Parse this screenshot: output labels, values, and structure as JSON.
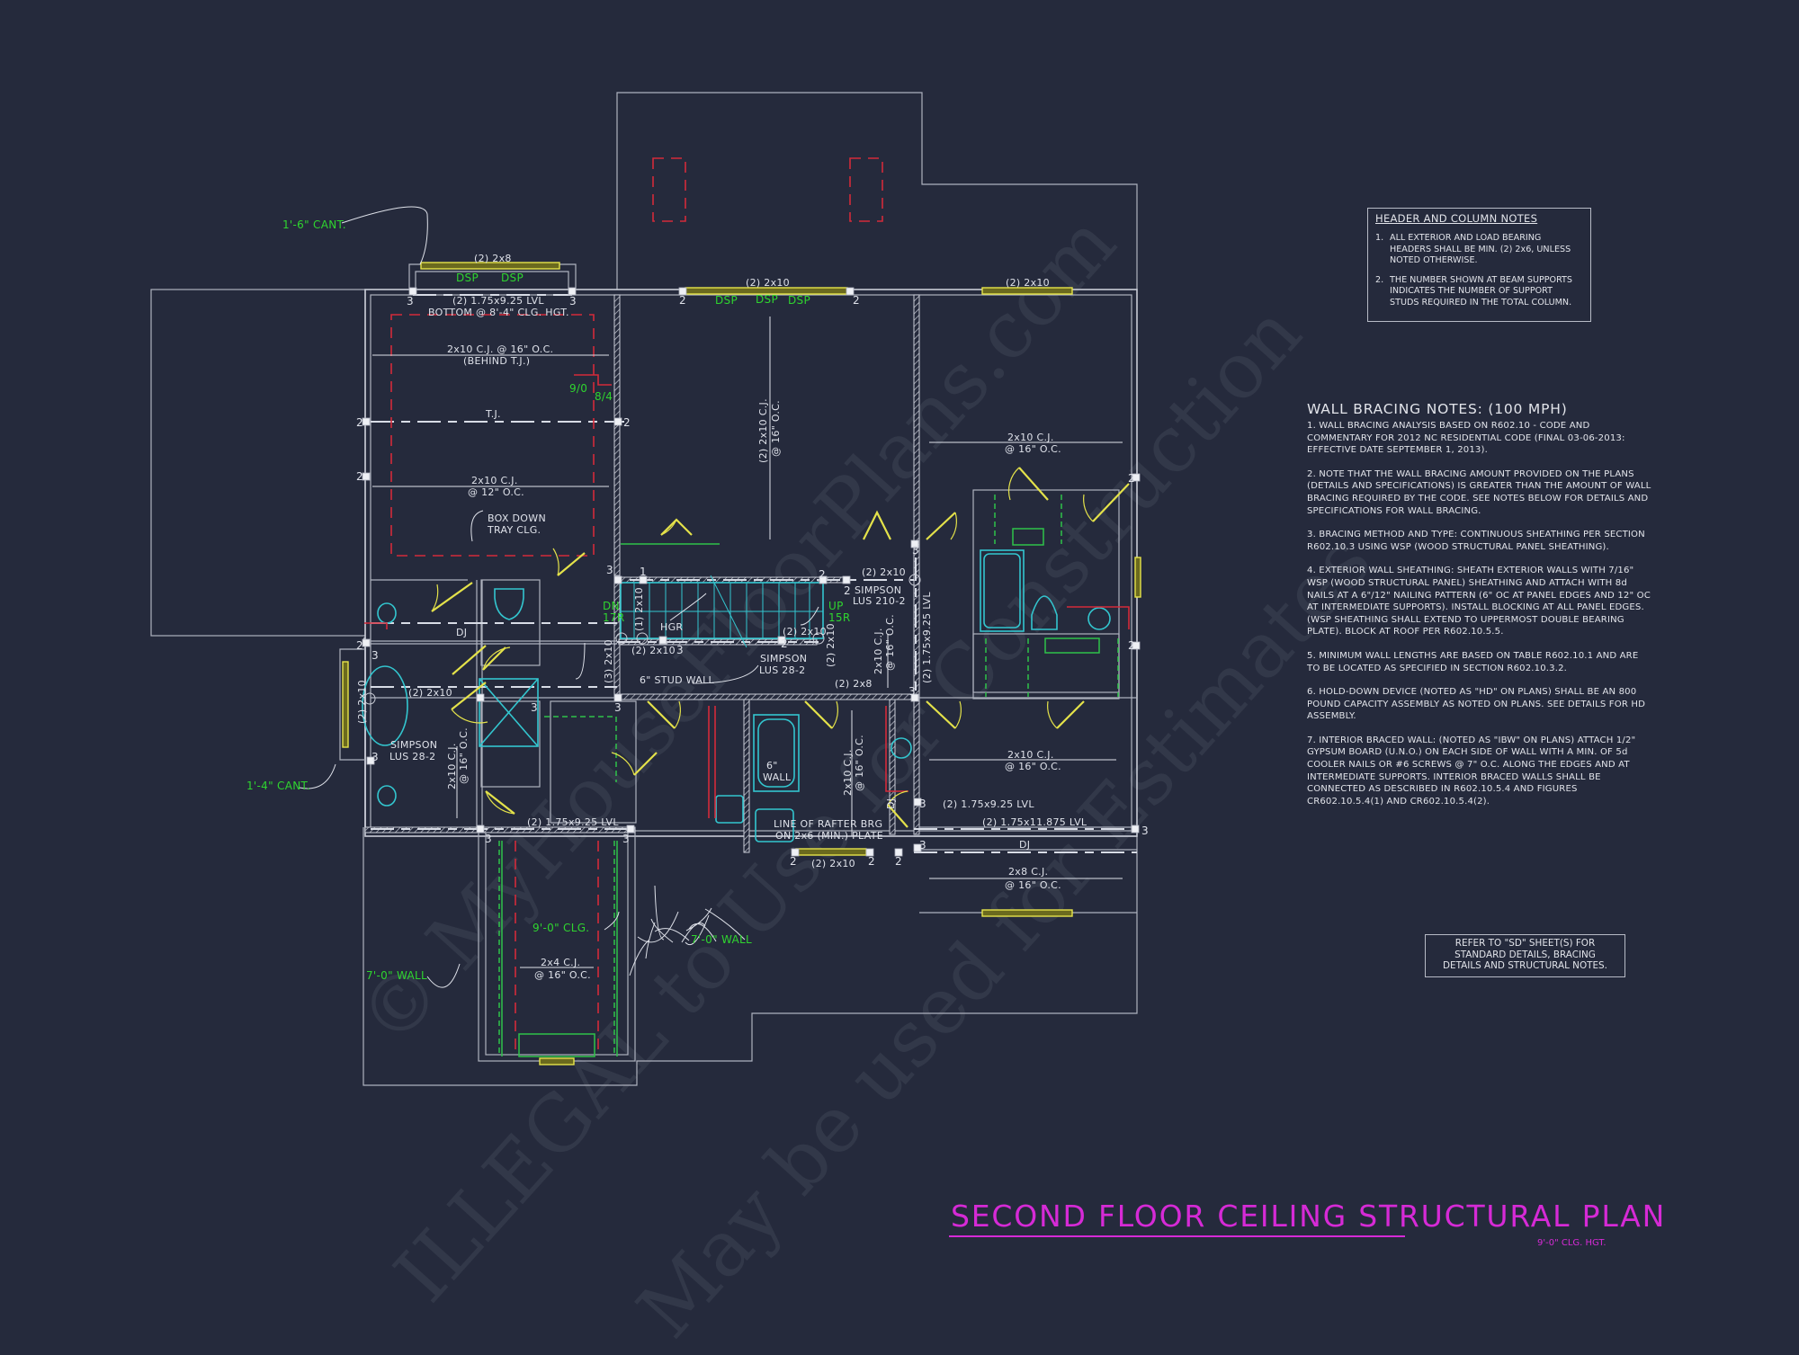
{
  "drawing": {
    "title": "SECOND FLOOR CEILING STRUCTURAL PLAN",
    "subtitle": "9'-0\" CLG. HGT.",
    "title_color": "#d62ad6",
    "background": "#252a3c"
  },
  "header_column_notes": {
    "title": "HEADER AND COLUMN NOTES",
    "items": [
      {
        "num": "1.",
        "text": "ALL EXTERIOR AND LOAD BEARING HEADERS SHALL BE MIN. (2) 2x6, UNLESS NOTED OTHERWISE."
      },
      {
        "num": "2.",
        "text": "THE NUMBER SHOWN AT BEAM SUPPORTS INDICATES THE NUMBER OF SUPPORT STUDS REQUIRED IN THE TOTAL COLUMN."
      }
    ]
  },
  "wall_bracing_notes": {
    "title": "WALL BRACING NOTES: (100 MPH)",
    "items": [
      "1. WALL BRACING ANALYSIS BASED ON R602.10 - CODE AND COMMENTARY FOR 2012 NC RESIDENTIAL CODE (FINAL 03-06-2013: EFFECTIVE DATE SEPTEMBER 1, 2013).",
      "2. NOTE THAT THE WALL BRACING AMOUNT PROVIDED ON THE PLANS (DETAILS AND SPECIFICATIONS) IS GREATER THAN THE AMOUNT OF WALL BRACING REQUIRED BY THE CODE. SEE NOTES BELOW FOR DETAILS AND SPECIFICATIONS FOR WALL BRACING.",
      "3. BRACING METHOD AND TYPE: CONTINUOUS SHEATHING PER SECTION R602.10.3 USING WSP (WOOD STRUCTURAL PANEL SHEATHING).",
      "4. EXTERIOR WALL SHEATHING: SHEATH EXTERIOR WALLS WITH 7/16\" WSP (WOOD STRUCTURAL PANEL) SHEATHING AND ATTACH WITH 8d NAILS AT A 6\"/12\" NAILING PATTERN (6\" OC AT PANEL EDGES AND 12\" OC AT INTERMEDIATE SUPPORTS). INSTALL BLOCKING AT ALL PANEL EDGES. (WSP SHEATHING SHALL EXTEND TO UPPERMOST DOUBLE BEARING PLATE). BLOCK AT ROOF PER R602.10.5.5.",
      "5. MINIMUM WALL LENGTHS ARE BASED ON TABLE R602.10.1 AND ARE TO BE LOCATED AS SPECIFIED IN SECTION R602.10.3.2.",
      "6. HOLD-DOWN DEVICE (NOTED AS \"HD\" ON PLANS) SHALL BE AN 800 POUND CAPACITY ASSEMBLY AS NOTED ON PLANS. SEE DETAILS FOR HD ASSEMBLY.",
      "7. INTERIOR BRACED WALL: (NOTED AS \"IBW\" ON PLANS) ATTACH 1/2\" GYPSUM BOARD (U.N.O.) ON EACH SIDE OF WALL WITH A MIN. OF 5d COOLER NAILS OR #6 SCREWS @ 7\" O.C. ALONG THE EDGES AND AT INTERMEDIATE SUPPORTS.  INTERIOR BRACED WALLS SHALL BE CONNECTED AS DESCRIBED IN R602.10.5.4 AND FIGURES CR602.10.5.4(1) AND CR602.10.5.4(2)."
    ]
  },
  "refer_note": {
    "lines": [
      "REFER TO \"SD\"  SHEET(S) FOR",
      "STANDARD DETAILS, BRACING",
      "DETAILS AND STRUCTURAL NOTES."
    ]
  },
  "plan_labels": {
    "cant_1_6": "1'-6\" CANT.",
    "cant_1_4": "1'-4\" CANT.",
    "hdr_2x8_top": "(2) 2x8",
    "dsp": "DSP",
    "lvl_top_left": "(2) 1.75x9.25 LVL",
    "bottom_clg": "BOTTOM @ 8'-4\" CLG. HGT.",
    "cj_behind_tj_1": "2x10 C.J. @ 16\" O.C.",
    "cj_behind_tj_2": "(BEHIND T.J.)",
    "tj": "T.J.",
    "door_9_0": "9/0",
    "door_8_4": "8/4",
    "cj_12_1": "2x10 C.J.",
    "cj_12_2": "@ 12\" O.C.",
    "box_down_1": "BOX DOWN",
    "box_down_2": "TRAY CLG.",
    "hdr_2x10_center": "(2) 2x10",
    "hdr_2x10_right": "(2) 2x10",
    "cj_vert_center_1": "(2) 2x10 C.J.",
    "cj_vert_center_2": "@ 16\" O.C.",
    "cj_right_1": "2x10 C.J.",
    "cj_right_2": "@ 16\" O.C.",
    "dj": "DJ",
    "stair_dn_1": "DN",
    "stair_dn_2": "17R",
    "stair_up_1": "UP",
    "stair_up_2": "15R",
    "hgr": "HGR",
    "one_2x10": "(1) 2x10",
    "two_2x10_stair": "(2) 2x10",
    "two_2x10_stair_r": "(2) 2x10",
    "two_2x10_top_r": "(2) 2x10",
    "simpson_lus210_1": "SIMPSON",
    "simpson_lus210_2": "LUS 210-2",
    "simpson_lus28_1": "SIMPSON",
    "simpson_lus28_2": "LUS 28-2",
    "three_2x10": "(3) 2x10",
    "two_2x10_vert": "(2) 2x10",
    "lvl_vert": "(2) 1.75x9.25 LVL",
    "stud_wall_6": "6\" STUD WALL",
    "cj_vert_mid_1": "2x10 C.J.",
    "cj_vert_mid_2": "@ 16\" O.C.",
    "two_2x8_mid": "(2) 2x8",
    "two_2x10_left": "(2) 2x10",
    "two_2x10_left_vert": "(2) 2x10",
    "simpson_left_1": "SIMPSON",
    "simpson_left_2": "LUS 28-2",
    "cj_vert_left_1": "2x10 C.J.",
    "cj_vert_left_2": "@ 16\" O.C.",
    "lvl_bottom_left": "(2) 1.75x9.25 LVL",
    "wall_6_1": "6\"",
    "wall_6_2": "WALL",
    "cj_vert_bath_1": "2x10 C.J.",
    "cj_vert_bath_2": "@ 16\" O.C.",
    "rafter_1": "LINE OF RAFTER BRG",
    "rafter_2": "ON 2x6 (MIN.) PLATE",
    "two_2x10_bottom": "(2) 2x10",
    "lvl_right_925": "(2) 1.75x9.25 LVL",
    "lvl_right_11875": "(2) 1.75x11.875 LVL",
    "cj_right_mid_1": "2x10 C.J.",
    "cj_right_mid_2": "@ 16\" O.C.",
    "cj_2x8_1": "2x8 C.J.",
    "cj_2x8_2": "@ 16\" O.C.",
    "clg_9_0": "9'-0\" CLG.",
    "wall_7_0_left": "7'-0\" WALL",
    "wall_7_0_right": "7'-0\" WALL",
    "cj_2x4_1": "2x4 C.J.",
    "cj_2x4_2": "@ 16\" O.C.",
    "support_2": "2",
    "support_3": "3",
    "support_1": "1"
  },
  "watermark": {
    "line1": "© MyHouseFloorPlans.com",
    "line2": "ILLEGAL to Use for Construction",
    "line3": "May be used for Estimates"
  }
}
